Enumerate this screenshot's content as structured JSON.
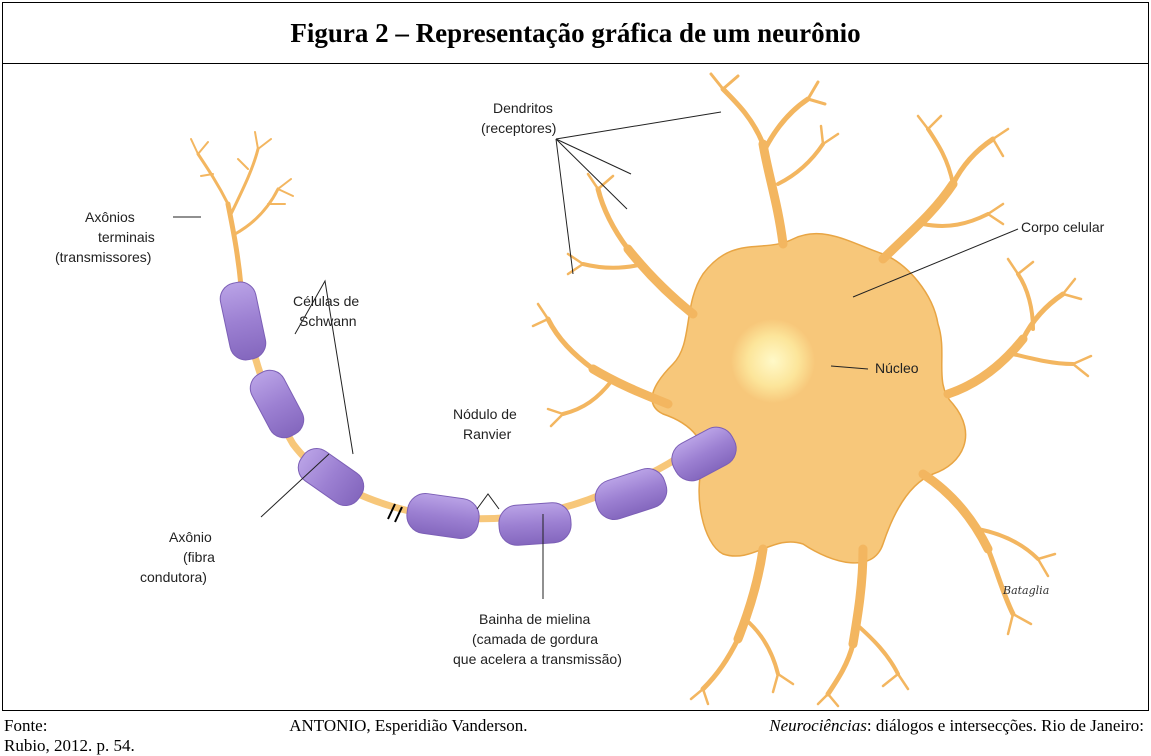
{
  "title": "Figura 2 – Representação gráfica de um neurônio",
  "labels": {
    "dendritos": [
      "Dendritos",
      "(receptores)"
    ],
    "corpo_celular": "Corpo celular",
    "nucleo": "Núcleo",
    "axonios_terminais": [
      "Axônios",
      "terminais",
      "(transmissores)"
    ],
    "celulas_schwann": [
      "Células de",
      "Schwann"
    ],
    "nodulo_ranvier": [
      "Nódulo de",
      "Ranvier"
    ],
    "axonio": [
      "Axônio",
      "(fibra",
      "condutora)"
    ],
    "bainha_mielina": [
      "Bainha de mielina",
      "(camada de gordura",
      "que acelera a transmissão)"
    ],
    "signature": "Bataglia"
  },
  "source": {
    "prefix": "Fonte:",
    "author": "ANTONIO, Esperidião Vanderson.",
    "book": "Neurociências",
    "rest_line1": ": diálogos e intersecções. Rio de Janeiro:",
    "line2": "Rubio, 2012. p. 54."
  },
  "colors": {
    "neuron": "#F7C77A",
    "neuron_stroke": "#E8A544",
    "myelin": "#A68BD6",
    "myelin_stroke": "#7C5FB6",
    "nucleus": "#FFF2A8"
  }
}
